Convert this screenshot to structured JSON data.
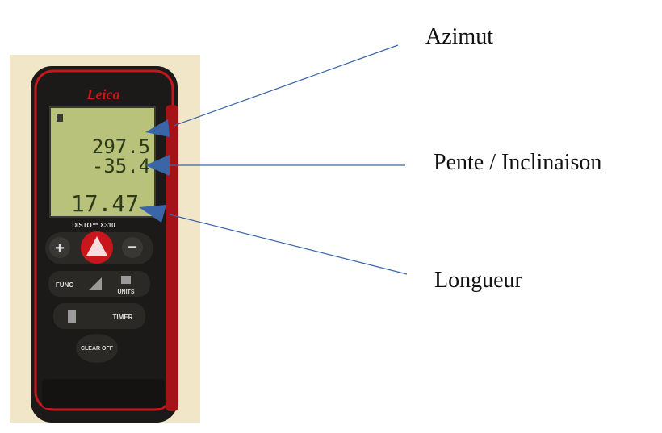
{
  "labels": {
    "azimuth": "Azimut",
    "slope": "Pente / Inclinaison",
    "length": "Longueur"
  },
  "device": {
    "brand": "Leica",
    "model": "DISTO™ X310",
    "readings": {
      "azimuth": "297.5",
      "slope": "-35.4",
      "length": "17.47"
    },
    "keys": {
      "plus": "+",
      "minus": "−",
      "func": "FUNC",
      "units": "UNITS",
      "timer": "TIMER",
      "clear_off": "CLEAR OFF"
    }
  },
  "colors": {
    "body": "#1c1a18",
    "accent": "#c8161c",
    "screen": "#b8c27a",
    "arrow": "#3a66a8"
  }
}
